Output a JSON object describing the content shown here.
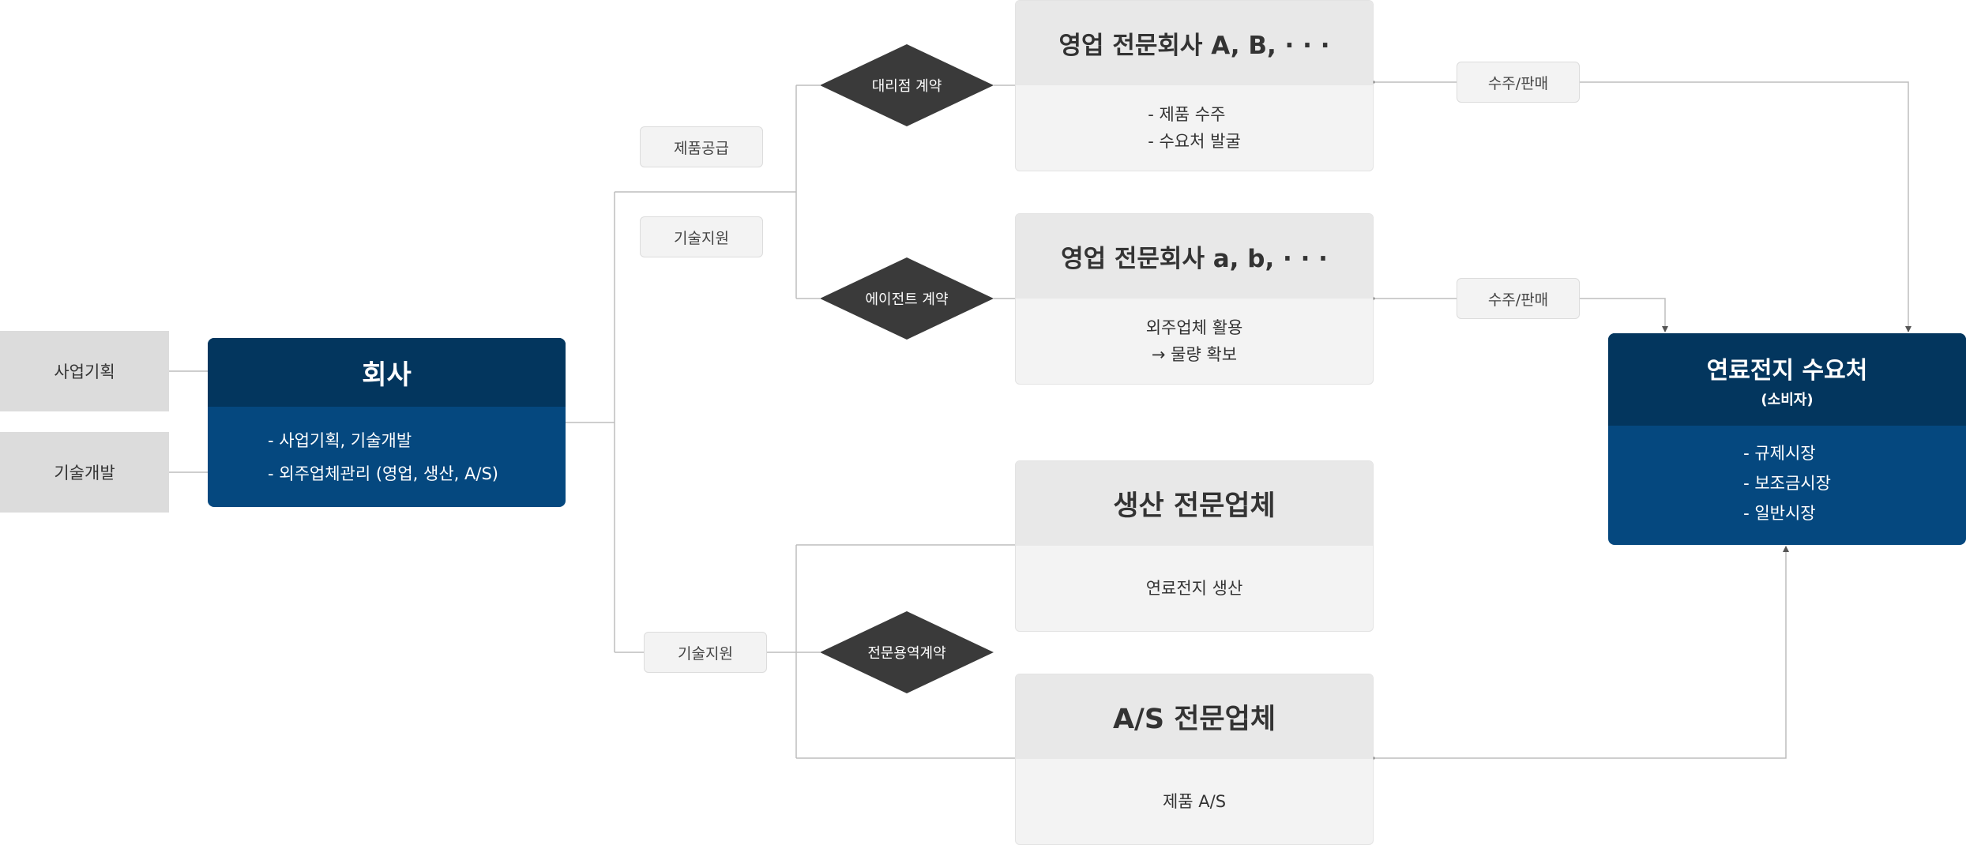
{
  "left_inputs": [
    "사업기획",
    "기술개발"
  ],
  "company": {
    "title": "회사",
    "items": [
      "- 사업기획, 기술개발",
      "- 외주업체관리 (영업, 생산, A/S)"
    ]
  },
  "support_labels": {
    "product_supply": "제품공급",
    "tech_support_upper": "기술지원",
    "tech_support_lower": "기술지원"
  },
  "contracts": {
    "agency": "대리점 계약",
    "agent": "에이전트 계약",
    "service": "전문용역계약"
  },
  "partners": {
    "sales_a": {
      "title": "영업 전문회사 A, B, · · ·",
      "lines": [
        "- 제품 수주",
        "- 수요처 발굴"
      ]
    },
    "sales_b": {
      "title": "영업 전문회사 a, b, · · ·",
      "lines": [
        "외주업체 활용",
        "→ 물량 확보"
      ]
    },
    "production": {
      "title": "생산 전문업체",
      "lines": [
        "연료전지 생산"
      ]
    },
    "after_service": {
      "title": "A/S 전문업체",
      "lines": [
        "제품 A/S"
      ]
    }
  },
  "order_labels": [
    "수주/판매",
    "수주/판매"
  ],
  "consumer": {
    "title": "연료전지 수요처",
    "subtitle": "(소비자)",
    "items": [
      "- 규제시장",
      "- 보조금시장",
      "- 일반시장"
    ]
  }
}
